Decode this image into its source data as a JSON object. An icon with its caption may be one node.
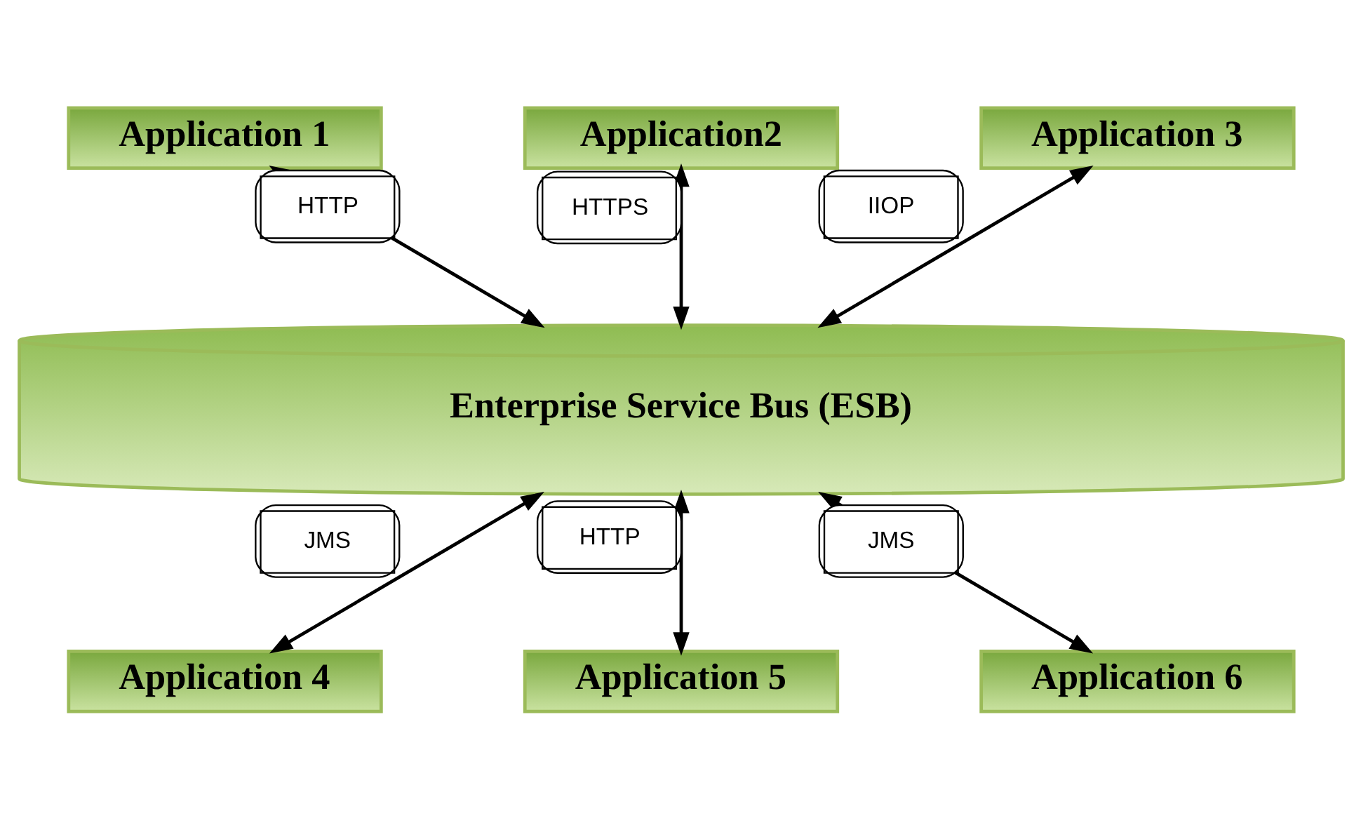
{
  "diagram": {
    "nodes": [
      {
        "text": [
          "Application 1"
        ]
      },
      {
        "text": [
          "Application2"
        ]
      },
      {
        "text": [
          "Application 3"
        ]
      },
      {
        "text": [
          "Enterprise Service Bus (ESB)"
        ]
      },
      {
        "text": [
          "Application 4"
        ]
      },
      {
        "text": [
          "Application 5"
        ]
      },
      {
        "text": [
          "Application 6"
        ]
      }
    ],
    "edges": [
      {
        "from": 0,
        "to": 3,
        "arrow": "both",
        "label": "HTTP"
      },
      {
        "from": 1,
        "to": 3,
        "arrow": "both",
        "label": "HTTPS"
      },
      {
        "from": 2,
        "to": 3,
        "arrow": "both",
        "label": "IIOP"
      },
      {
        "from": 3,
        "to": 4,
        "arrow": "both",
        "label": "JMS"
      },
      {
        "from": 3,
        "to": 5,
        "arrow": "both",
        "label": "HTTP"
      },
      {
        "from": 3,
        "to": 6,
        "arrow": "both",
        "label": "JMS"
      }
    ]
  }
}
